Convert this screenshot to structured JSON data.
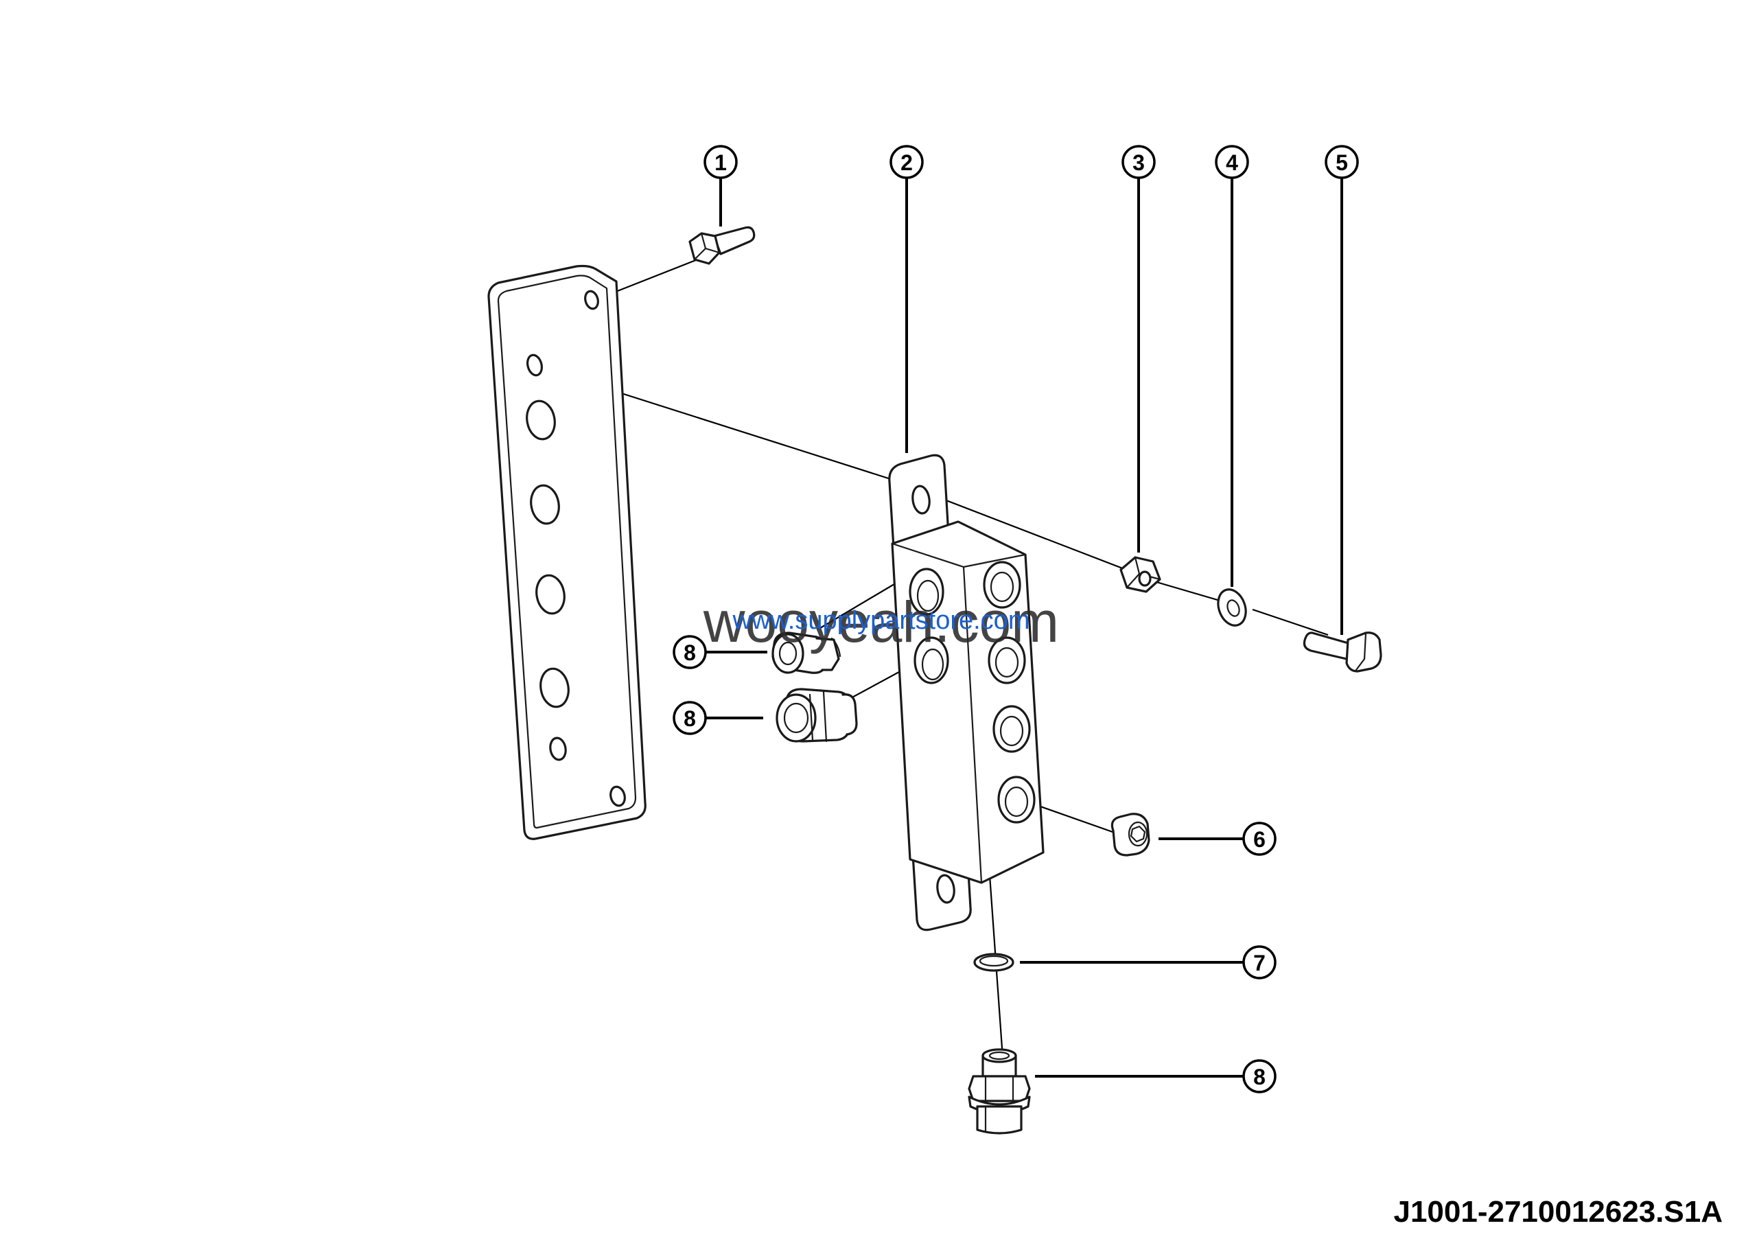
{
  "drawing": {
    "id": "J1001-2710012623.S1A"
  },
  "callouts": {
    "c1": "1",
    "c2": "2",
    "c3": "3",
    "c4": "4",
    "c5": "5",
    "c6": "6",
    "c7": "7",
    "c8a": "8",
    "c8b": "8",
    "c8c": "8"
  },
  "watermark": {
    "main": "wooyeah.com",
    "sub": "www.supplypartstore.com"
  }
}
